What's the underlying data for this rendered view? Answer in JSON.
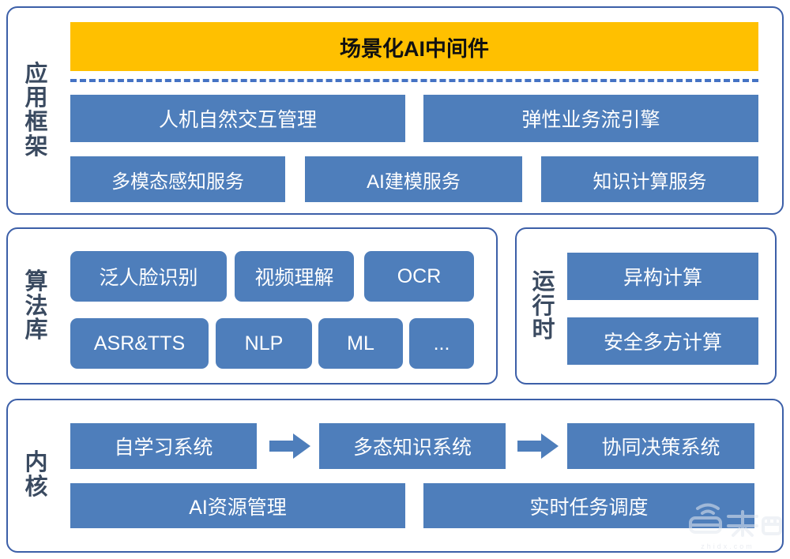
{
  "diagram": {
    "title": "场景化AI中间件",
    "banner": {
      "label": "场景化AI中间件",
      "color": "#ffc000",
      "text_color": "#111111"
    },
    "palette": {
      "block_blue": "#4e7ebb",
      "container_border": "#3c5fa8",
      "dashed_line": "#4472c4",
      "label_text": "#3a4a60",
      "banner_gold": "#ffc000",
      "background": "#ffffff"
    },
    "layers": [
      {
        "id": "application-framework",
        "side_label": "应用框架",
        "side_label_chars": [
          "应",
          "用",
          "框",
          "架"
        ],
        "rows": [
          {
            "id": "banner-row",
            "items": [
              {
                "label": "场景化AI中间件",
                "style": "gold"
              }
            ]
          },
          {
            "id": "framework-row-1",
            "items": [
              {
                "label": "人机自然交互管理",
                "style": "blue"
              },
              {
                "label": "弹性业务流引擎",
                "style": "blue"
              }
            ]
          },
          {
            "id": "framework-row-2",
            "items": [
              {
                "label": "多模态感知服务",
                "style": "blue"
              },
              {
                "label": "AI建模服务",
                "style": "blue"
              },
              {
                "label": "知识计算服务",
                "style": "blue"
              }
            ]
          }
        ]
      },
      {
        "id": "algorithm-library",
        "side_label": "算法库",
        "side_label_chars": [
          "算",
          "法",
          "库"
        ],
        "rows": [
          {
            "id": "algo-row-1",
            "items": [
              {
                "label": "泛人脸识别",
                "style": "blue-rounded"
              },
              {
                "label": "视频理解",
                "style": "blue-rounded"
              },
              {
                "label": "OCR",
                "style": "blue-rounded"
              }
            ]
          },
          {
            "id": "algo-row-2",
            "items": [
              {
                "label": "ASR&TTS",
                "style": "blue-rounded"
              },
              {
                "label": "NLP",
                "style": "blue-rounded"
              },
              {
                "label": "ML",
                "style": "blue-rounded"
              },
              {
                "label": "...",
                "style": "blue-rounded"
              }
            ]
          }
        ]
      },
      {
        "id": "runtime",
        "side_label": "运行时",
        "side_label_chars": [
          "运",
          "行",
          "时"
        ],
        "rows": [
          {
            "id": "runtime-row-1",
            "items": [
              {
                "label": "异构计算",
                "style": "blue-square"
              }
            ]
          },
          {
            "id": "runtime-row-2",
            "items": [
              {
                "label": "安全多方计算",
                "style": "blue-square"
              }
            ]
          }
        ]
      },
      {
        "id": "kernel",
        "side_label": "内核",
        "side_label_chars": [
          "内",
          "核"
        ],
        "rows": [
          {
            "id": "kernel-row-1",
            "items": [
              {
                "label": "自学习系统",
                "style": "blue-square"
              },
              {
                "label": "多态知识系统",
                "style": "blue-square"
              },
              {
                "label": "协同决策系统",
                "style": "blue-square"
              }
            ],
            "connectors": [
              "arrow-right",
              "arrow-right"
            ]
          },
          {
            "id": "kernel-row-2",
            "items": [
              {
                "label": "AI资源管理",
                "style": "blue-square"
              },
              {
                "label": "实时任务调度",
                "style": "blue-square"
              }
            ]
          }
        ]
      }
    ],
    "watermark": {
      "logo_text": "智东西",
      "url_text": "zhidx.com"
    }
  }
}
